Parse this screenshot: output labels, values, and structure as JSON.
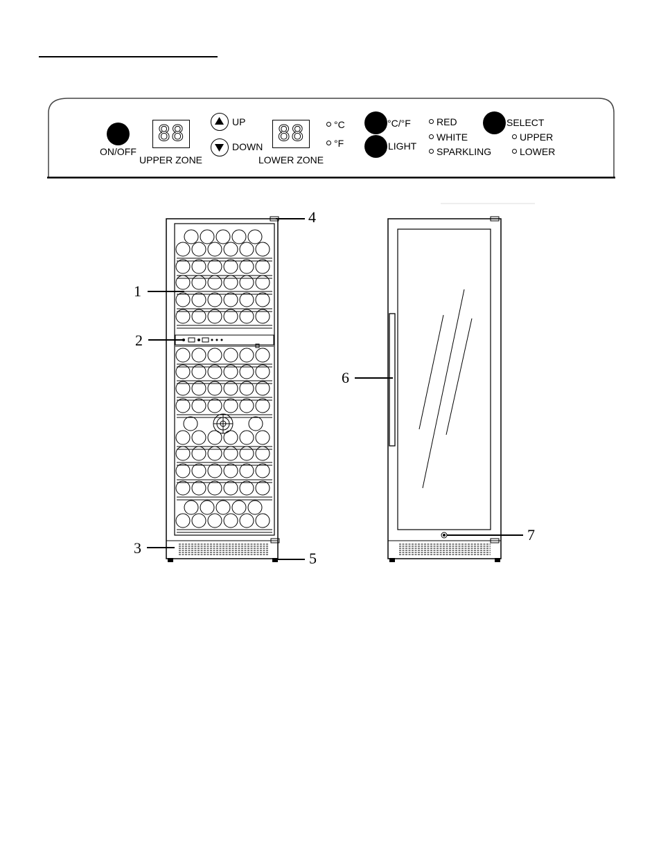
{
  "panel": {
    "on_off_label": "ON/OFF",
    "upper_zone_label": "UPPER ZONE",
    "upper_display": "88",
    "up_label": "UP",
    "down_label": "DOWN",
    "lower_display": "88",
    "lower_zone_label": "LOWER ZONE",
    "celsius_label": "°C",
    "fahrenheit_label": "°F",
    "unit_button_label": "°C/°F",
    "light_button_label": "LIGHT",
    "red_label": "RED",
    "white_label": "WHITE",
    "sparkling_label": "SPARKLING",
    "select_label": "SELECT",
    "upper_label": "UPPER",
    "lower_label": "LOWER"
  },
  "callouts": {
    "c1": "1",
    "c2": "2",
    "c3": "3",
    "c4": "4",
    "c5": "5",
    "c6": "6",
    "c7": "7"
  }
}
